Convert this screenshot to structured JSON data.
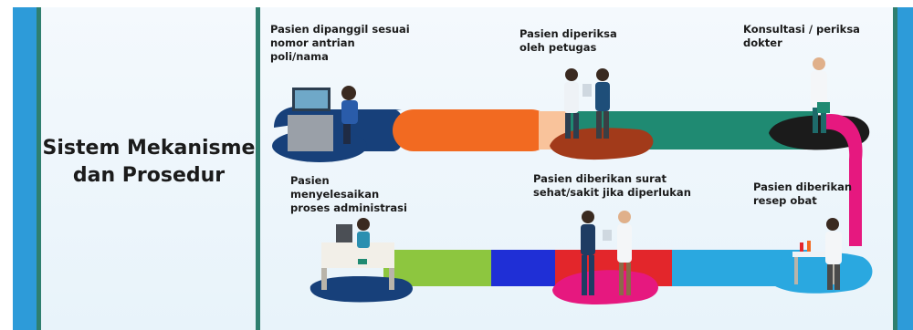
{
  "title": "Sistem Mekanisme dan Prosedur",
  "steps": [
    {
      "caption": "Pasien dipanggil sesuai nomor antrian poli/nama"
    },
    {
      "caption": "Pasien diperiksa oleh petugas"
    },
    {
      "caption": "Konsultasi / periksa dokter"
    },
    {
      "caption": "Pasien menyelesaikan proses administrasi"
    },
    {
      "caption": "Pasien diberikan surat sehat/sakit jika diperlukan"
    },
    {
      "caption": "Pasien diberikan resep obat"
    }
  ],
  "colors": {
    "accent_blue": "#2d9bd9",
    "accent_green": "#2f7f6f",
    "path_navy": "#17407a",
    "path_orange": "#f26a21",
    "path_peach": "#f9c39b",
    "path_teal": "#1f8a72",
    "path_magenta": "#e6187f",
    "path_lime": "#8dc63f",
    "path_blue": "#1f2fd6",
    "path_red": "#e3262b",
    "path_sky": "#2aa8e0"
  }
}
